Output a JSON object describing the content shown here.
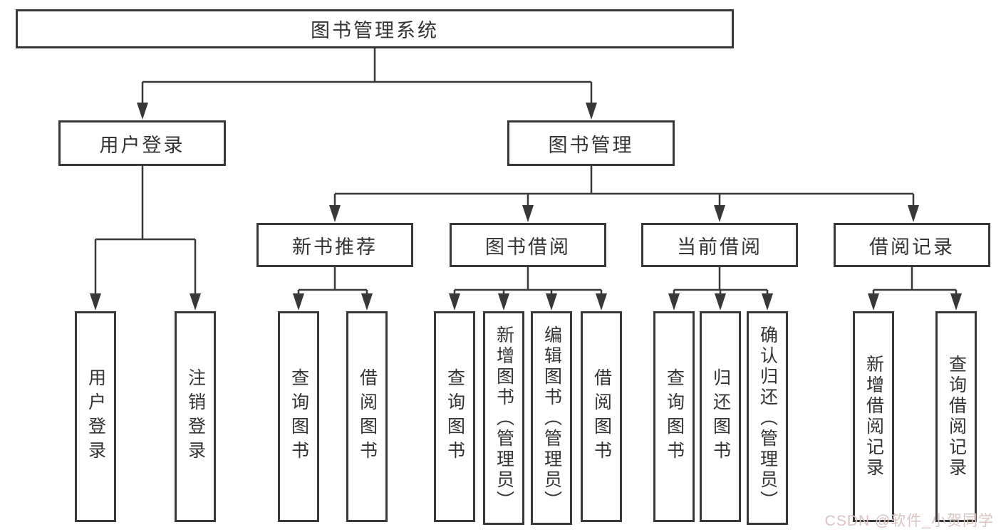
{
  "tree": {
    "root": "图书管理系统",
    "user": {
      "label": "用户登录",
      "children": [
        "用户登录",
        "注销登录"
      ]
    },
    "book": {
      "label": "图书管理",
      "children": [
        {
          "label": "新书推荐",
          "children": [
            "查询图书",
            "借阅图书"
          ]
        },
        {
          "label": "图书借阅",
          "children": [
            "查询图书",
            "新增图书（管理员）",
            "编辑图书（管理员）",
            "借阅图书"
          ]
        },
        {
          "label": "当前借阅",
          "children": [
            "查询图书",
            "归还图书",
            "确认归还（管理员）"
          ]
        },
        {
          "label": "借阅记录",
          "children": [
            "新增借阅记录",
            "查询借阅记录"
          ]
        }
      ]
    }
  },
  "watermark": {
    "text": "CSDN @软件_小贺同学"
  },
  "colors": {
    "line": "#383838",
    "box_border": "#383838",
    "text": "#333333",
    "watermark": "#d9c3c4",
    "background": "#ffffff"
  }
}
